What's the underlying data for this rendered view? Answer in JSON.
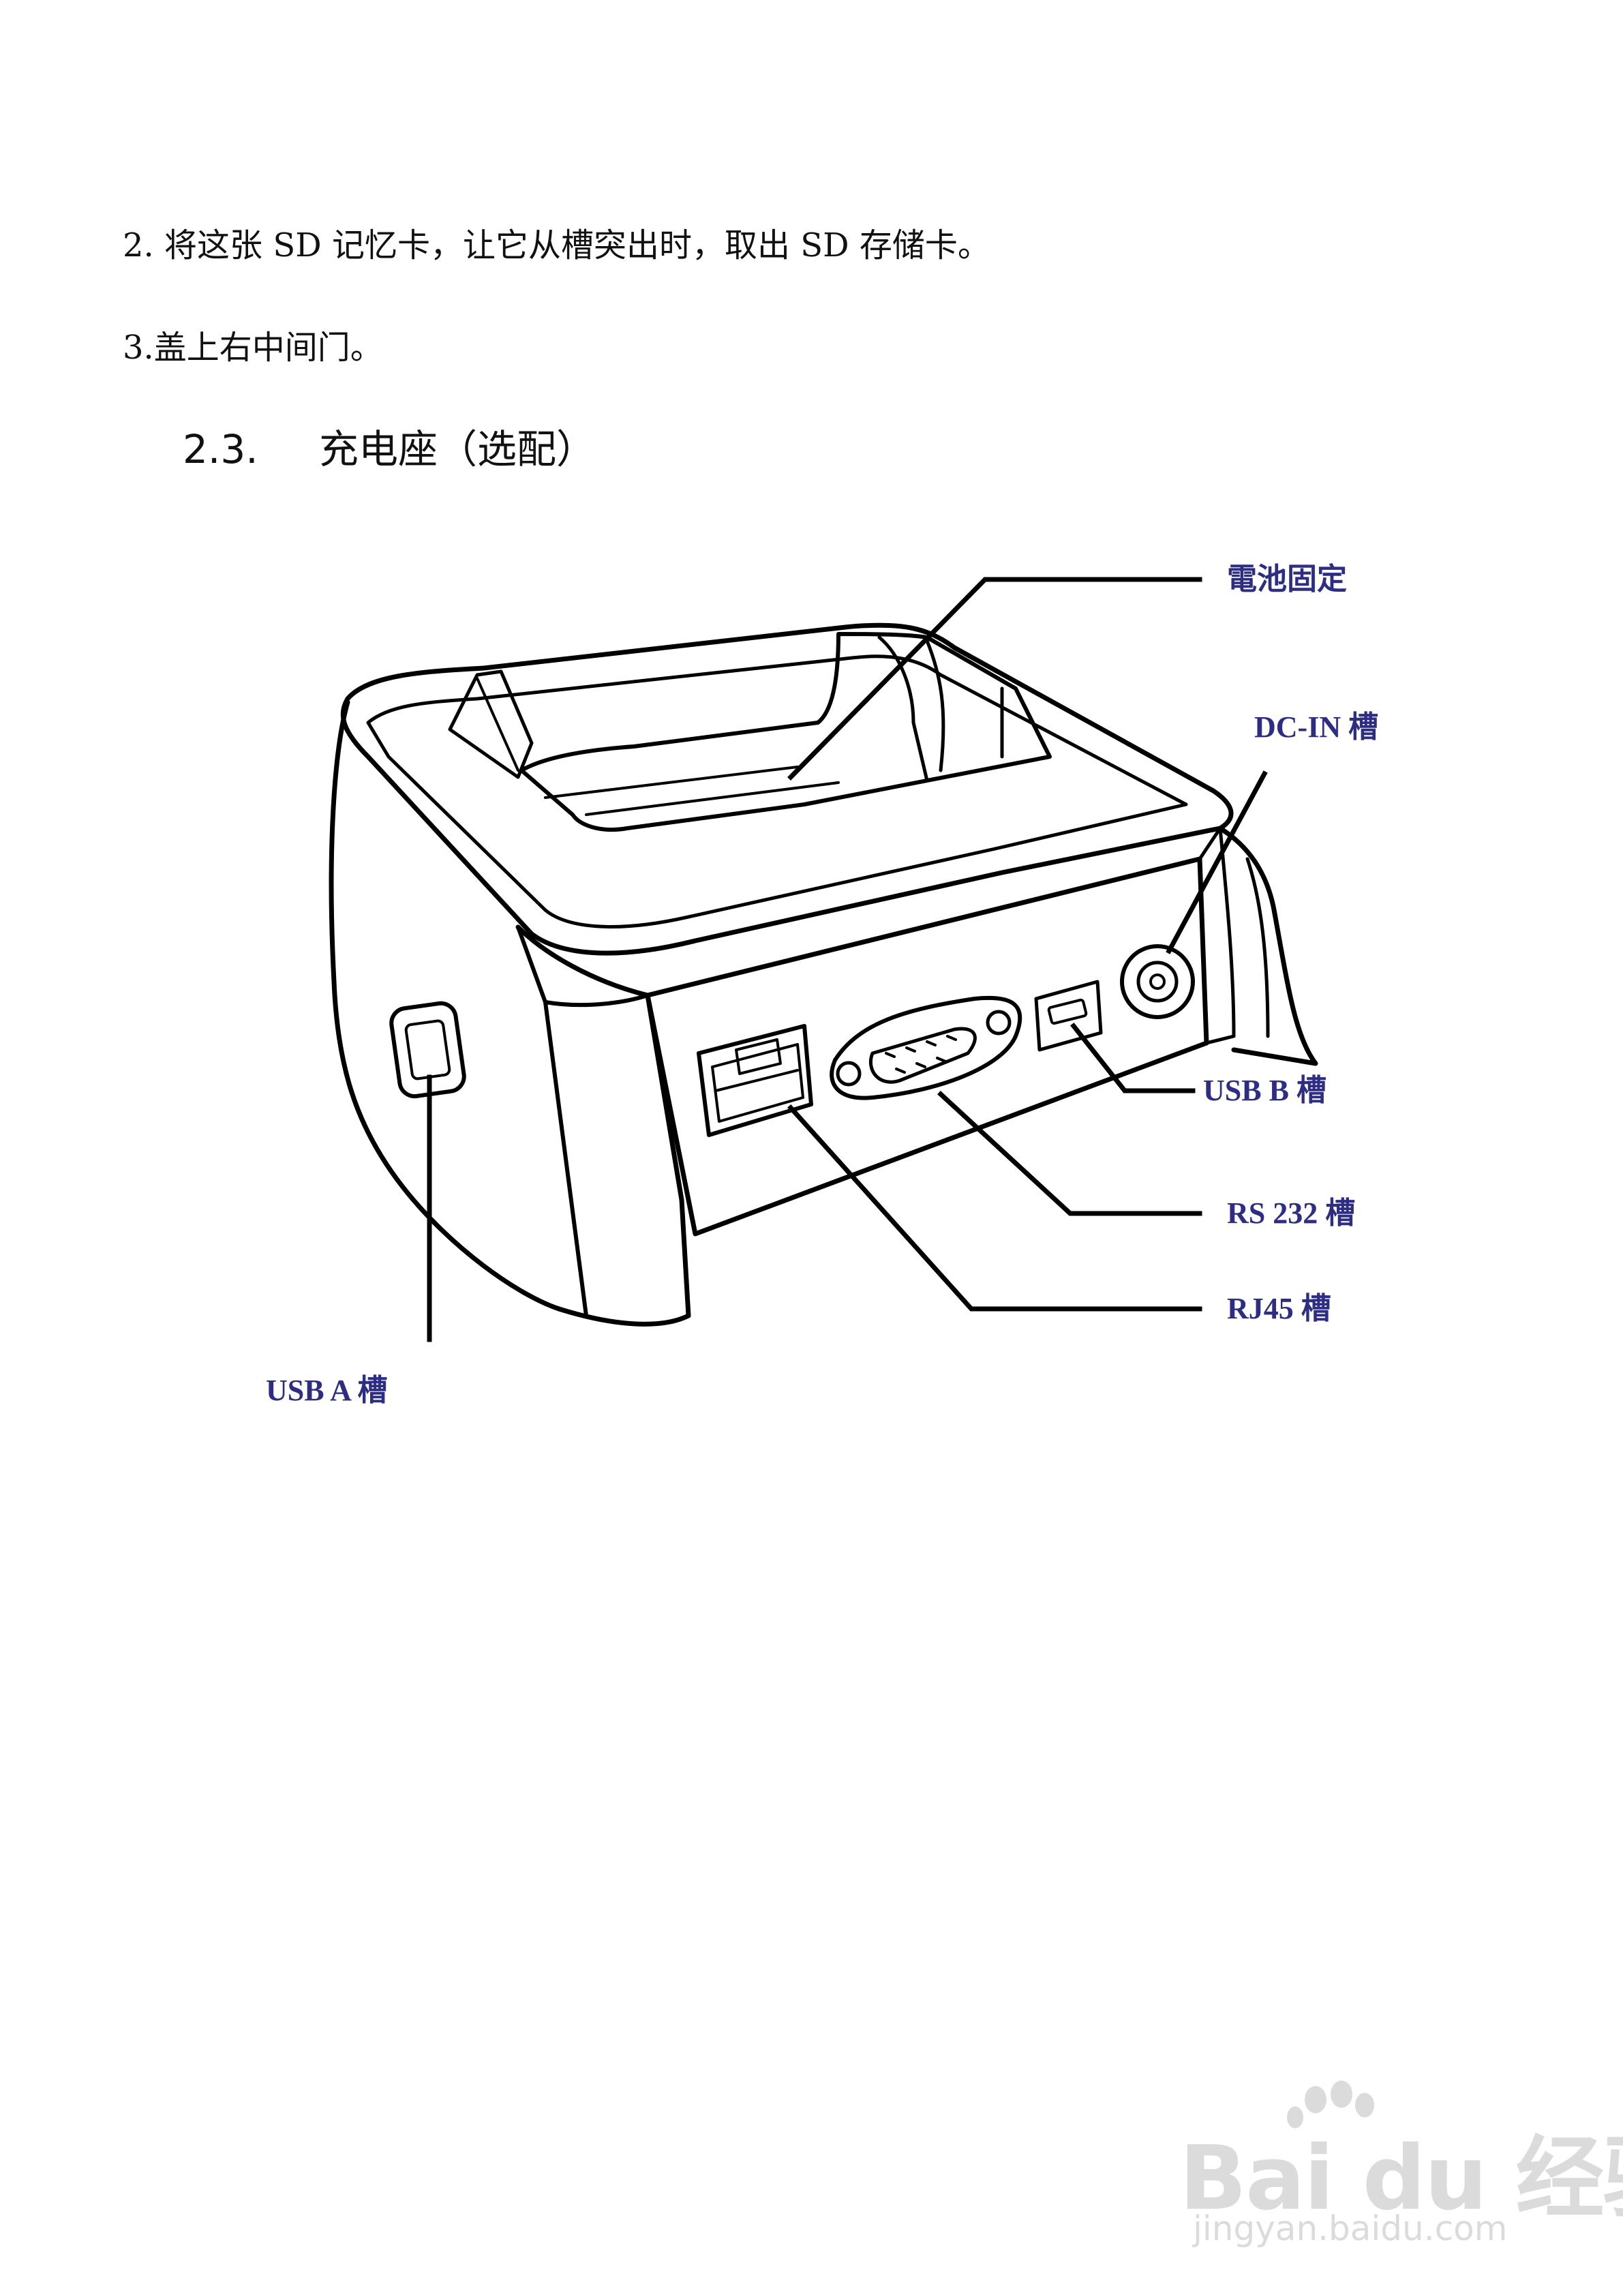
{
  "steps": [
    "2. 将这张 SD 记忆卡，让它从槽突出时，取出 SD 存储卡。",
    "3.盖上右中间门。"
  ],
  "section": {
    "number": "2.3.",
    "title": "充电座（选配）"
  },
  "callouts": {
    "battery": "電池固定",
    "dc_in": "DC-IN  槽",
    "usb_b": "USB B 槽",
    "rs232": "RS 232 槽",
    "rj45": "RJ45 槽",
    "usb_a": "USB A 槽"
  },
  "colors": {
    "text": "#111111",
    "callout": "#2d2e83",
    "line": "#000000"
  },
  "watermark": {
    "brand": "Bai du 经验",
    "url": "jingyan.baidu.com"
  }
}
